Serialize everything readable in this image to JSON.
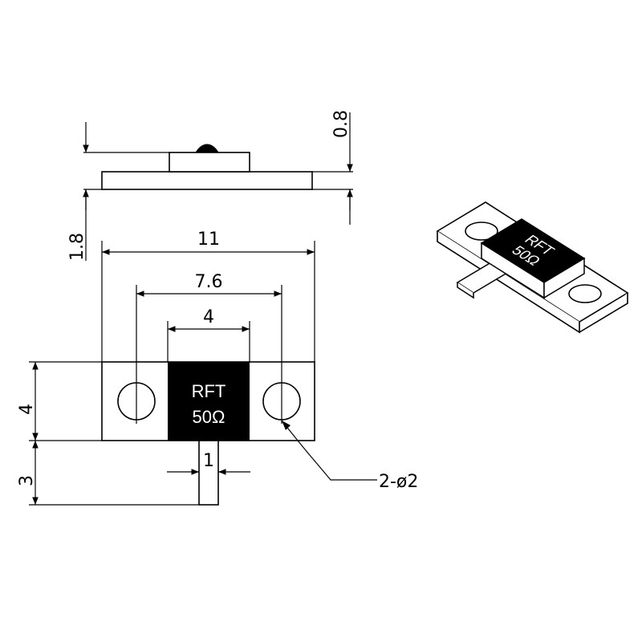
{
  "drawing": {
    "colors": {
      "ink": "#000000",
      "paper": "#ffffff",
      "chip": "#000000"
    },
    "dimensions": {
      "thickness_top": "0.8",
      "thickness_total": "1.8",
      "overall_length": "11",
      "hole_spacing": "7.6",
      "chip_width": "4",
      "body_height": "4",
      "tab_length": "3",
      "tab_width": "1",
      "hole_callout": "2-ø2"
    },
    "chip_label": {
      "line1": "RFT",
      "line2": "50Ω"
    }
  }
}
